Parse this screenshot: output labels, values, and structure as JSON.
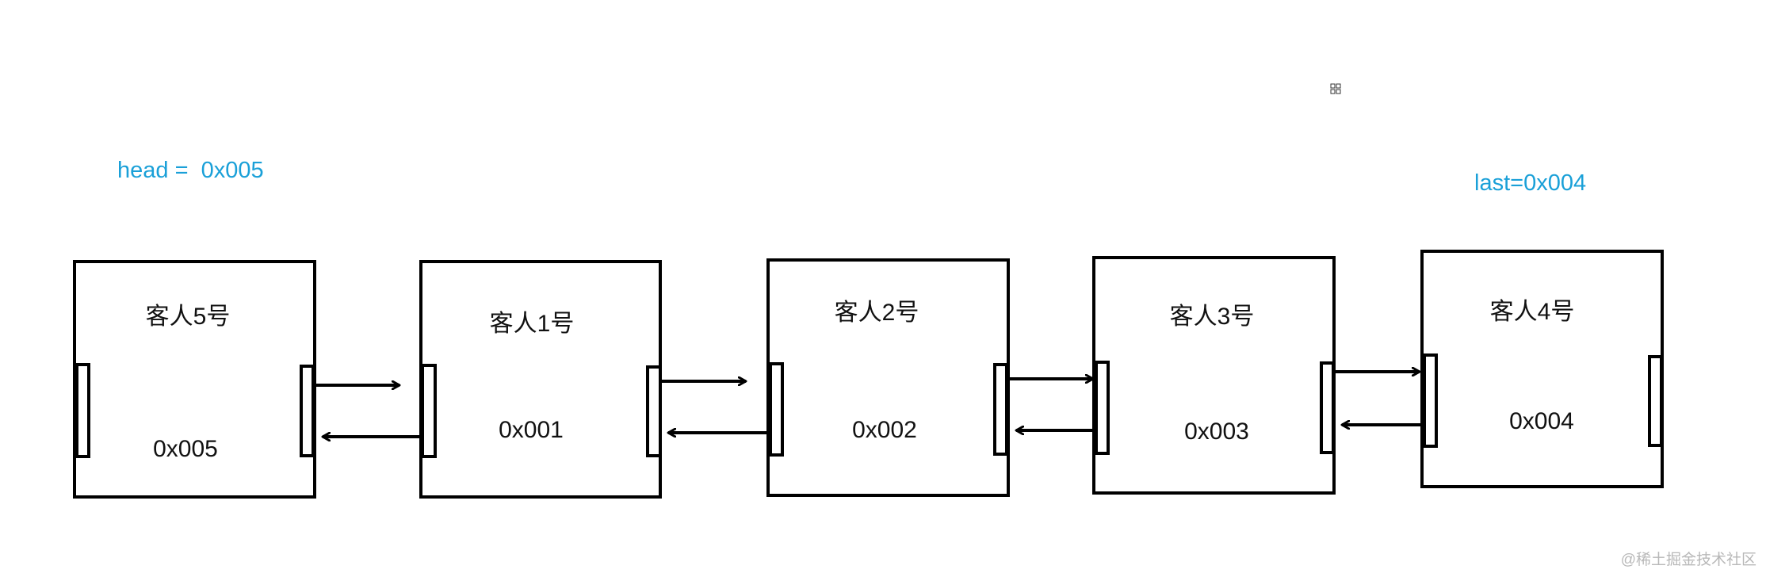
{
  "pointers": {
    "head": "head =  0x005",
    "last": "last=0x004"
  },
  "nodes": [
    {
      "title": "客人5号",
      "address": "0x005"
    },
    {
      "title": "客人1号",
      "address": "0x001"
    },
    {
      "title": "客人2号",
      "address": "0x002"
    },
    {
      "title": "客人3号",
      "address": "0x003"
    },
    {
      "title": "客人4号",
      "address": "0x004"
    }
  ],
  "links": [
    {
      "from": "客人5号",
      "to": "客人1号",
      "kind": "bidirectional"
    },
    {
      "from": "客人1号",
      "to": "客人2号",
      "kind": "bidirectional"
    },
    {
      "from": "客人2号",
      "to": "客人3号",
      "kind": "bidirectional"
    },
    {
      "from": "客人3号",
      "to": "客人4号",
      "kind": "bidirectional"
    }
  ],
  "colors": {
    "pointer_text": "#1aa0d8",
    "node_text": "#111111",
    "stroke": "#000000",
    "watermark": "#b8b8b8"
  },
  "watermark": "@稀土掘金技术社区",
  "icons": {
    "top_marker": "grid-icon",
    "arrows": "arrow-right-icon / arrow-left-icon"
  }
}
